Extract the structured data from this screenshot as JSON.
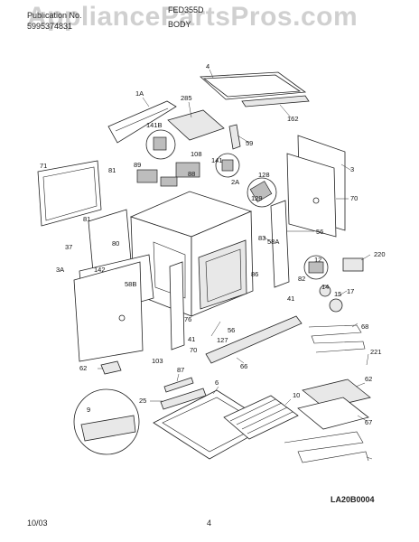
{
  "header": {
    "publication_label": "Publication No.",
    "publication_no": "5995374831",
    "model": "FED355D",
    "section": "BODY"
  },
  "watermark": "AppliancePartsPros.com",
  "footer": {
    "date": "10/03",
    "page": "4",
    "diagram_code": "LA20B0004"
  },
  "callouts": [
    "4",
    "1A",
    "285",
    "162",
    "59",
    "141B",
    "108",
    "141",
    "2A",
    "3",
    "71",
    "81",
    "89",
    "88",
    "128",
    "129",
    "70",
    "81",
    "37",
    "80",
    "142",
    "58B",
    "56",
    "58A",
    "83",
    "220",
    "3A",
    "12",
    "82",
    "14",
    "15",
    "17",
    "41",
    "86",
    "76",
    "41",
    "127",
    "56",
    "70",
    "103",
    "66",
    "68",
    "221",
    "62",
    "87",
    "25",
    "6",
    "10",
    "62",
    "9",
    "67"
  ]
}
